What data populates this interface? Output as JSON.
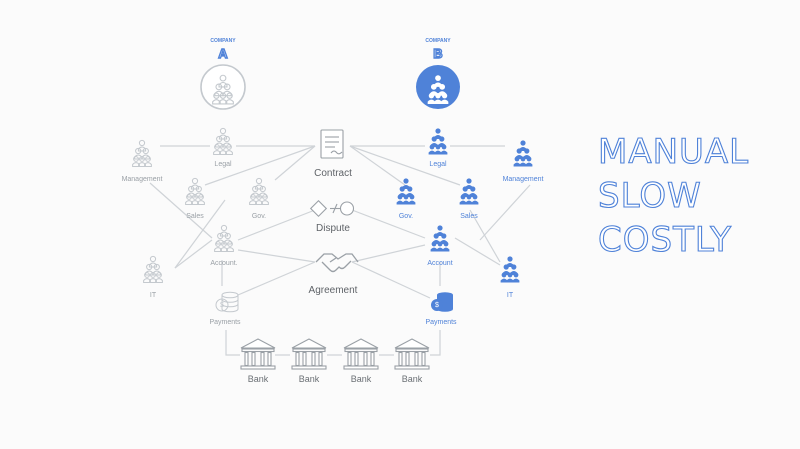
{
  "company_a": {
    "caption": "COMPANY",
    "letter": "A"
  },
  "company_b": {
    "caption": "COMPANY",
    "letter": "B"
  },
  "side_text": [
    "MANUAL",
    "SLOW",
    "COSTLY"
  ],
  "center": {
    "contract": "Contract",
    "dispute": "Dispute",
    "agreement": "Agreement"
  },
  "a_nodes": {
    "management": "Management",
    "legal": "Legal",
    "sales": "Sales",
    "gov": "Gov.",
    "account": "Account.",
    "it": "IT",
    "payments": "Payments"
  },
  "b_nodes": {
    "legal": "Legal",
    "management": "Management",
    "gov": "Gov.",
    "sales": "Sales",
    "account": "Account",
    "it": "IT",
    "payments": "Payments"
  },
  "banks": [
    "Bank",
    "Bank",
    "Bank",
    "Bank"
  ],
  "colors": {
    "side_a": "#c4c9ce",
    "side_b": "#4f82d8",
    "line": "#cfd3d7"
  },
  "icons": [
    "people-group-icon",
    "contract-document-icon",
    "dispute-diamond-icon",
    "handshake-icon",
    "coin-stack-icon",
    "bank-building-icon"
  ]
}
